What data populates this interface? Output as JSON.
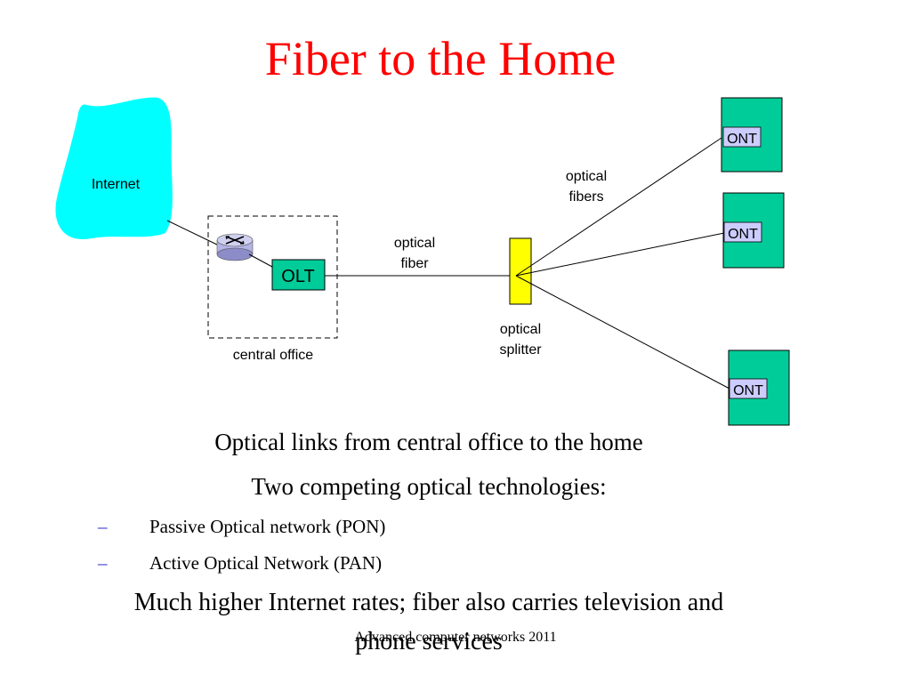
{
  "slide": {
    "title": "Fiber to the Home",
    "footer": "Advanced computer networks 2011"
  },
  "diagram": {
    "internet_label": "Internet",
    "olt_label": "OLT",
    "central_office_label": "central office",
    "optical_fiber_label_1": "optical",
    "optical_fiber_label_2": "fiber",
    "optical_fibers_label_1": "optical",
    "optical_fibers_label_2": "fibers",
    "optical_splitter_label_1": "optical",
    "optical_splitter_label_2": "splitter",
    "ont_labels": [
      "ONT",
      "ONT",
      "ONT"
    ],
    "colors": {
      "internet_cloud": "#00ffff",
      "olt_fill": "#00cc99",
      "ont_fill": "#00cc99",
      "ont_label_fill": "#ccccff",
      "splitter_fill": "#ffff00",
      "router_fill": "#b4b4e6"
    }
  },
  "bullets": {
    "line1": "Optical links from central office to the home",
    "line2": "Two competing optical technologies:",
    "sub": [
      {
        "dash": "–",
        "text": "Passive Optical network (PON)"
      },
      {
        "dash": "–",
        "text": "Active Optical Network (PAN)"
      }
    ],
    "line3a": "Much higher Internet rates; fiber also carries television and",
    "line3b": "phone services"
  }
}
